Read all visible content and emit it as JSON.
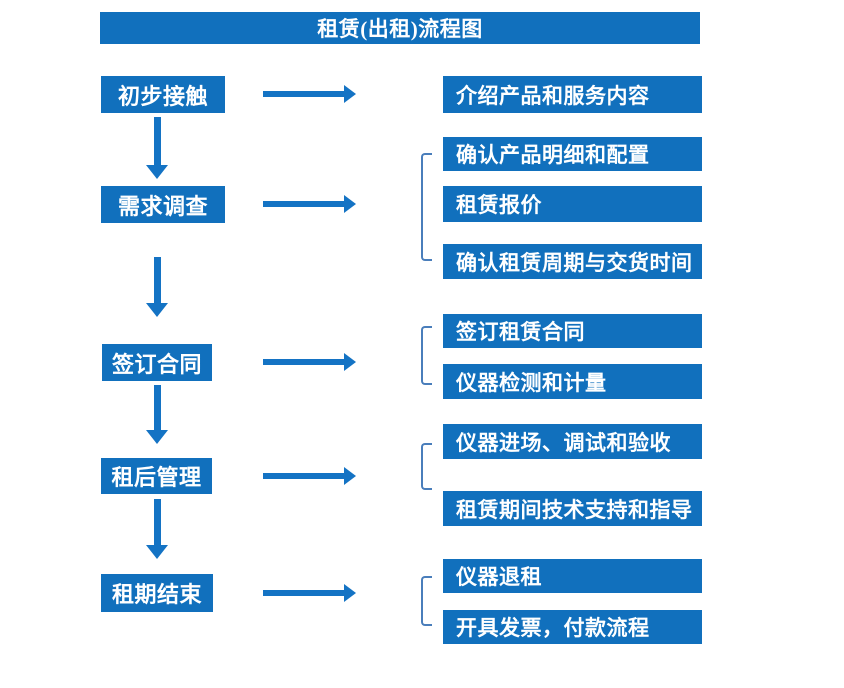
{
  "title": "租赁(出租)流程图",
  "colors": {
    "box_blue": "#1170BD",
    "arrow_blue": "#1473C4",
    "bracket_blue": "#4A7EBB",
    "text_white": "#FFFFFF",
    "background": "#FFFFFF"
  },
  "stages": [
    {
      "label": "初步接触",
      "details": [
        "介绍产品和服务内容"
      ]
    },
    {
      "label": "需求调查",
      "details": [
        "确认产品明细和配置",
        "租赁报价",
        "确认租赁周期与交货时间"
      ]
    },
    {
      "label": "签订合同",
      "details": [
        "签订租赁合同",
        "仪器检测和计量"
      ]
    },
    {
      "label": "租后管理",
      "details": [
        "仪器进场、调试和验收",
        "租赁期间技术支持和指导"
      ]
    },
    {
      "label": "租期结束",
      "details": [
        "仪器退租",
        "开具发票，付款流程"
      ]
    }
  ]
}
